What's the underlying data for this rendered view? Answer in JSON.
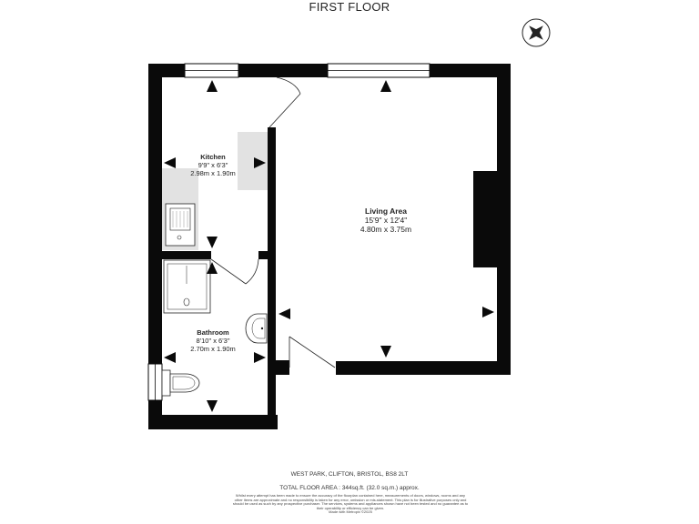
{
  "title": "FIRST FLOOR",
  "rooms": {
    "kitchen": {
      "name": "Kitchen",
      "imperial": "9'9\" x 6'3\"",
      "metric": "2.98m x 1.90m"
    },
    "living": {
      "name": "Living Area",
      "imperial": "15'9\" x 12'4\"",
      "metric": "4.80m x 3.75m"
    },
    "bathroom": {
      "name": "Bathroom",
      "imperial": "8'10\" x 6'3\"",
      "metric": "2.70m x 1.90m"
    }
  },
  "address": "WEST PARK, CLIFTON, BRISTOL, BS8 2LT",
  "total_area": "TOTAL FLOOR AREA : 344sq.ft. (32.0 sq.m.) approx.",
  "disclaimer": "Whilst every attempt has been made to ensure the accuracy of the floorplan contained here, measurements of doors, windows, rooms and any other items are approximate and no responsibility is taken for any error, omission or mis-statement. This plan is for illustrative purposes only and should be used as such by any prospective purchaser. The services, systems and appliances shown have not been tested and no guarantee as to their operability or efficiency can be given.",
  "credit": "Made with Metropix ©2025",
  "colors": {
    "wall": "#0a0a0a",
    "fixture": "#e2e2e2",
    "window": "#ffffff"
  },
  "icons": [
    "compass-icon",
    "sink-icon",
    "shower-icon",
    "toilet-icon",
    "basin-icon",
    "dimension-arrow-icon"
  ]
}
